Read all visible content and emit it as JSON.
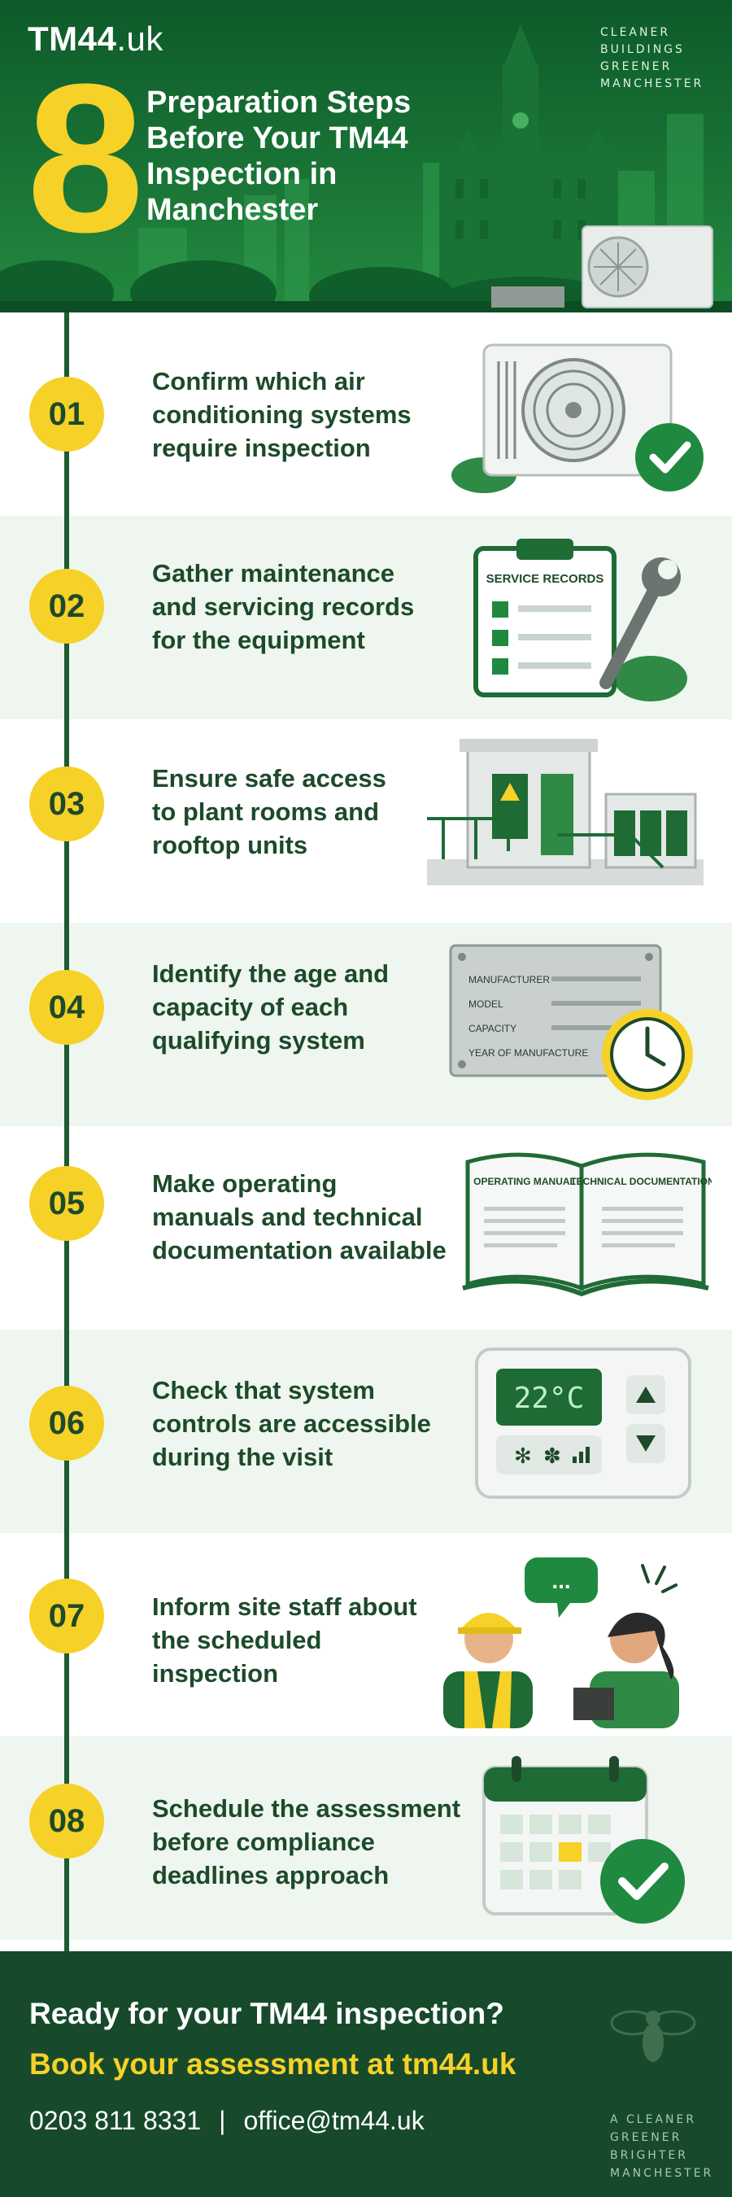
{
  "header": {
    "logo_main": "TM44",
    "logo_domain": ".uk",
    "tagline": [
      "CLEANER",
      "BUILDINGS",
      "GREENER",
      "MANCHESTER"
    ],
    "big_number": "8",
    "title": [
      "Preparation Steps",
      "Before Your TM44",
      "Inspection in",
      "Manchester"
    ]
  },
  "steps": [
    {
      "number": "01",
      "lines": [
        "Confirm which air",
        "conditioning systems",
        "require inspection"
      ]
    },
    {
      "number": "02",
      "lines": [
        "Gather maintenance",
        "and servicing records",
        "for the equipment"
      ],
      "illustration_label": "SERVICE RECORDS"
    },
    {
      "number": "03",
      "lines": [
        "Ensure safe access",
        "to plant rooms and",
        "rooftop units"
      ]
    },
    {
      "number": "04",
      "lines": [
        "Identify the age and",
        "capacity of each",
        "qualifying system"
      ],
      "plate_labels": [
        "MANUFACTURER",
        "MODEL",
        "CAPACITY",
        "YEAR OF MANUFACTURE"
      ]
    },
    {
      "number": "05",
      "lines": [
        "Make operating",
        "manuals and technical",
        "documentation available"
      ],
      "book_labels": [
        "OPERATING MANUAL",
        "TECHNICAL DOCUMENTATION"
      ]
    },
    {
      "number": "06",
      "lines": [
        "Check that system",
        "controls are accessible",
        "during the visit"
      ],
      "thermostat_reading": "22°C"
    },
    {
      "number": "07",
      "lines": [
        "Inform site staff about",
        "the scheduled",
        "inspection"
      ],
      "speech": "..."
    },
    {
      "number": "08",
      "lines": [
        "Schedule the assessment",
        "before compliance",
        "deadlines approach"
      ]
    }
  ],
  "footer": {
    "question": "Ready for your TM44 inspection?",
    "cta": "Book your assessment at tm44.uk",
    "phone": "0203 811 8331",
    "separator": "|",
    "email": "office@tm44.uk",
    "tagline": [
      "A CLEANER",
      "GREENER",
      "BRIGHTER",
      "MANCHESTER"
    ]
  },
  "colors": {
    "brand_green": "#1b7a3a",
    "dark_green": "#164a2b",
    "accent_yellow": "#f6d127",
    "light_band": "#eef6ef"
  },
  "icons": [
    "ac-unit-icon",
    "checkmark-icon",
    "clipboard-icon",
    "wrench-icon",
    "plant-room-icon",
    "warning-icon",
    "nameplate-icon",
    "clock-icon",
    "book-icon",
    "thermostat-icon",
    "snowflake-icon",
    "fan-icon",
    "signal-icon",
    "people-icon",
    "speech-bubble-icon",
    "calendar-icon",
    "bee-icon"
  ]
}
